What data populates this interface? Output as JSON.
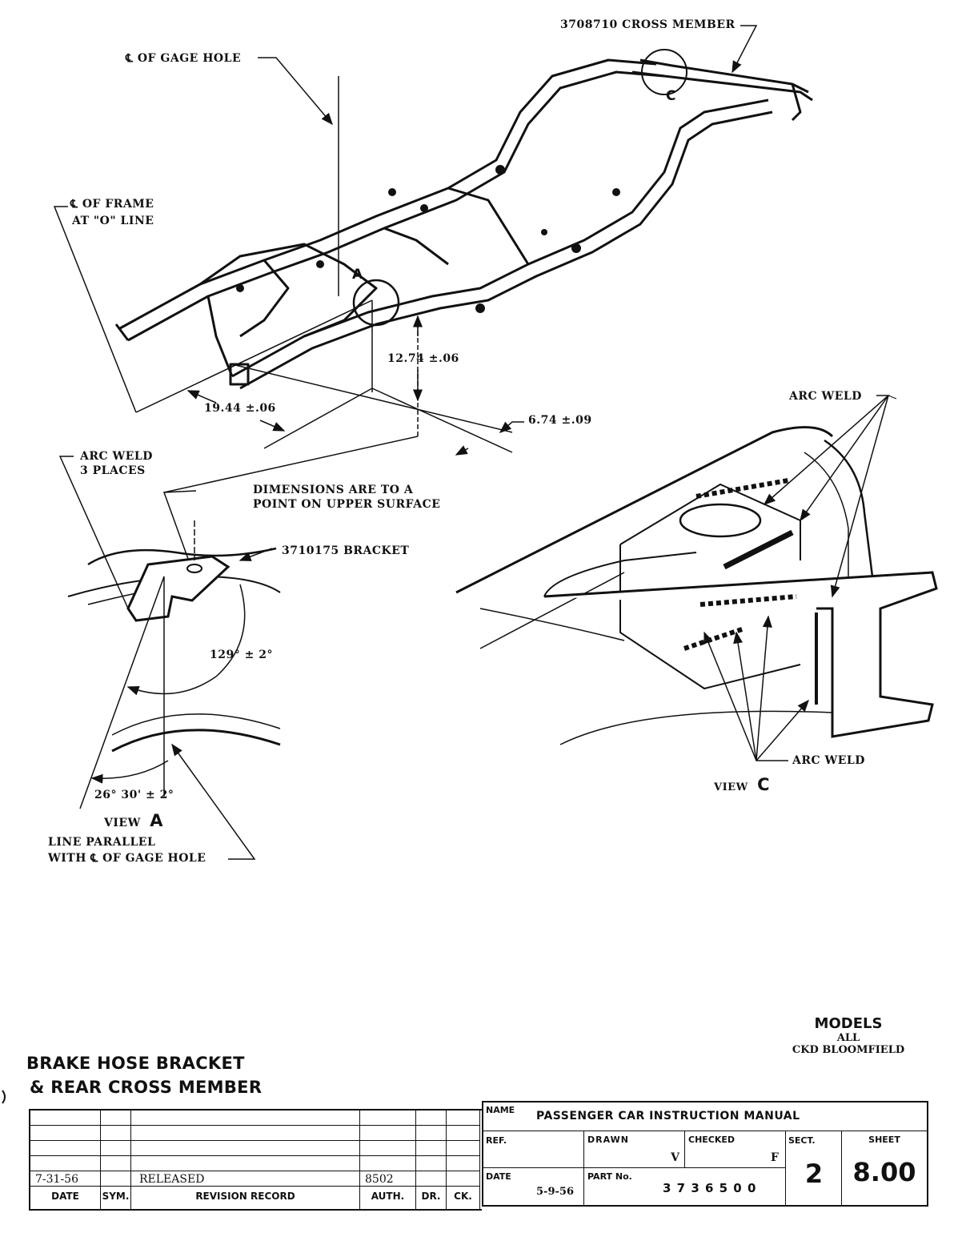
{
  "drawing": {
    "callouts": {
      "gage_hole": "℄ OF GAGE HOLE",
      "cross_member": "3708710 CROSS MEMBER",
      "frame_cl_line1": "℄ OF FRAME",
      "frame_cl_line2": "AT \"O\" LINE",
      "view_a_marker": "A",
      "view_c_marker": "C",
      "dim_vertical": "12.74 ±.06",
      "dim_longitudinal": "19.44 ±.06",
      "dim_lateral": "6.74 ±.09"
    },
    "view_a": {
      "arc_weld_line1": "ARC WELD",
      "arc_weld_line2": "3 PLACES",
      "dimensions_note_line1": "DIMENSIONS ARE TO A",
      "dimensions_note_line2": "POINT ON UPPER SURFACE",
      "bracket": "3710175 BRACKET",
      "angle_1": "129° ± 2°",
      "angle_2": "26° 30' ± 2°",
      "view_label_word": "VIEW",
      "view_label_letter": "A",
      "parallel_note_line1": "LINE PARALLEL",
      "parallel_note_line2": "WITH ℄ OF GAGE HOLE"
    },
    "view_c": {
      "arc_weld_top": "ARC WELD",
      "arc_weld_bottom": "ARC WELD",
      "view_label_word": "VIEW",
      "view_label_letter": "C"
    }
  },
  "title": {
    "line1": "BRAKE HOSE BRACKET",
    "line2": "& REAR CROSS MEMBER"
  },
  "models": {
    "heading": "MODELS",
    "line1": "ALL",
    "line2": "CKD BLOOMFIELD"
  },
  "revision_block": {
    "headers": {
      "date": "DATE",
      "sym": "SYM.",
      "record": "REVISION RECORD",
      "auth": "AUTH.",
      "dr": "DR.",
      "ck": "CK."
    },
    "rows": [
      {
        "date": "",
        "sym": "",
        "record": "",
        "auth": "",
        "dr": "",
        "ck": ""
      },
      {
        "date": "",
        "sym": "",
        "record": "",
        "auth": "",
        "dr": "",
        "ck": ""
      },
      {
        "date": "",
        "sym": "",
        "record": "",
        "auth": "",
        "dr": "",
        "ck": ""
      },
      {
        "date": "",
        "sym": "",
        "record": "",
        "auth": "",
        "dr": "",
        "ck": ""
      },
      {
        "date": "7-31-56",
        "sym": "",
        "record": "RELEASED",
        "auth": "8502",
        "dr": "",
        "ck": ""
      }
    ]
  },
  "title_block": {
    "name_label": "NAME",
    "name_value": "PASSENGER CAR INSTRUCTION MANUAL",
    "ref_label": "REF.",
    "ref_value": "",
    "drawn_label": "DRAWN",
    "drawn_value": "V",
    "checked_label": "CHECKED",
    "checked_value": "F",
    "sect_label": "SECT.",
    "sect_value": "2",
    "sheet_label": "SHEET",
    "sheet_value": "8.00",
    "date_label": "DATE",
    "date_value": "5-9-56",
    "part_label": "PART No.",
    "part_value": "3 7 3 6 5 0 0"
  }
}
